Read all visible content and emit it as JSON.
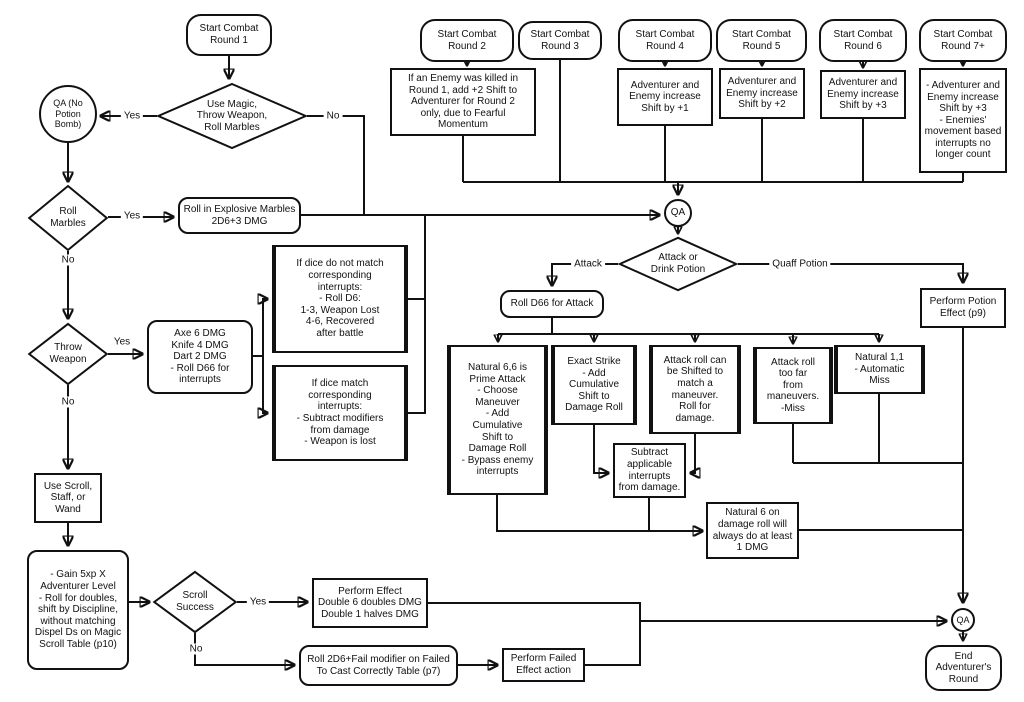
{
  "canvas": {
    "background": "#ffffff",
    "ink": "#111111"
  },
  "edge_labels": {
    "yes": "Yes",
    "no": "No",
    "attack": "Attack",
    "quaff_potion": "Quaff Potion"
  },
  "nodes": {
    "round1": {
      "label": "Start Combat\nRound 1"
    },
    "round2": {
      "label": "Start Combat\nRound 2"
    },
    "round3": {
      "label": "Start Combat\nRound 3"
    },
    "round4": {
      "label": "Start Combat\nRound 4"
    },
    "round5": {
      "label": "Start Combat\nRound 5"
    },
    "round6": {
      "label": "Start Combat\nRound 6"
    },
    "round7": {
      "label": "Start Combat\nRound 7+"
    },
    "fearful": {
      "label": "If an Enemy was killed in\nRound 1, add +2 Shift to\nAdventurer for Round 2\nonly, due to Fearful\nMomentum"
    },
    "shift1": {
      "label": "Adventurer and\nEnemy increase\nShift by +1"
    },
    "shift2": {
      "label": "Adventurer and\nEnemy increase\nShift by +2"
    },
    "shift3": {
      "label": "Adventurer and\nEnemy increase\nShift by +3"
    },
    "shift7": {
      "label": "- Adventurer and\nEnemy increase\nShift by +3\n- Enemies'\nmovement based\ninterrupts no\nlonger count"
    },
    "qa1": {
      "label": "QA (No\nPotion\nBomb)"
    },
    "use_magic": {
      "label": "Use Magic,\nThrow Weapon,\nRoll Marbles"
    },
    "roll_marbles": {
      "label": "Roll\nMarbles"
    },
    "explosive": {
      "label": "Roll in Explosive Marbles\n2D6+3 DMG"
    },
    "throw_weapon": {
      "label": "Throw\nWeapon"
    },
    "axe": {
      "label": "Axe 6 DMG\nKnife 4 DMG\nDart 2 DMG\n- Roll D66 for\ninterrupts"
    },
    "dice_nomatch": {
      "label": "If dice do not match\ncorresponding\ninterrupts:\n- Roll D6:\n1-3, Weapon Lost\n4-6, Recovered\nafter battle"
    },
    "dice_match": {
      "label": "If dice match\ncorresponding\ninterrupts:\n- Subtract modifiers\nfrom damage\n- Weapon is lost"
    },
    "use_scroll": {
      "label": "Use Scroll,\nStaff, or\nWand"
    },
    "gain5xp": {
      "label": "- Gain 5xp X\nAdventurer Level\n- Roll for doubles,\nshift by Discipline,\nwithout matching\nDispel Ds on Magic\nScroll Table (p10)"
    },
    "scroll_success": {
      "label": "Scroll\nSuccess"
    },
    "perform_effect": {
      "label": "Perform Effect\nDouble 6 doubles DMG\nDouble 1 halves DMG"
    },
    "roll2d6": {
      "label": "Roll 2D6+Fail modifier on Failed\nTo Cast Correctly Table (p7)"
    },
    "perform_failed": {
      "label": "Perform Failed\nEffect action"
    },
    "qa_main": {
      "label": "QA"
    },
    "attack_or": {
      "label": "Attack or\nDrink Potion"
    },
    "roll_d66": {
      "label": "Roll D66 for Attack"
    },
    "natural66": {
      "label": "Natural 6,6 is\nPrime Attack\n- Choose\nManeuver\n- Add\nCumulative\nShift to\nDamage Roll\n- Bypass enemy\ninterrupts"
    },
    "exact_strike": {
      "label": "Exact Strike\n- Add\nCumulative\nShift to\nDamage Roll"
    },
    "shifted": {
      "label": "Attack roll can\nbe Shifted to\nmatch a\nmaneuver.\nRoll for\ndamage."
    },
    "too_far": {
      "label": "Attack roll\ntoo far\nfrom\nmaneuvers.\n-Miss"
    },
    "natural11": {
      "label": "Natural 1,1\n- Automatic\nMiss"
    },
    "subtract": {
      "label": "Subtract\napplicable\ninterrupts\nfrom damage."
    },
    "natural6dmg": {
      "label": "Natural 6 on\ndamage roll will\nalways do at least\n1 DMG"
    },
    "potion_effect": {
      "label": "Perform Potion\nEffect (p9)"
    },
    "qa2": {
      "label": "QA"
    },
    "end": {
      "label": "End\nAdventurer's\nRound"
    }
  },
  "edges": [
    {
      "from": "round1",
      "to": "use_magic",
      "label": ""
    },
    {
      "from": "use_magic",
      "to": "qa1",
      "label": "Yes"
    },
    {
      "from": "use_magic",
      "to": "qa_main",
      "label": "No"
    },
    {
      "from": "qa1",
      "to": "roll_marbles",
      "label": ""
    },
    {
      "from": "roll_marbles",
      "to": "explosive",
      "label": "Yes"
    },
    {
      "from": "roll_marbles",
      "to": "throw_weapon",
      "label": "No"
    },
    {
      "from": "explosive",
      "to": "qa_main",
      "label": ""
    },
    {
      "from": "throw_weapon",
      "to": "axe",
      "label": "Yes"
    },
    {
      "from": "throw_weapon",
      "to": "use_scroll",
      "label": "No"
    },
    {
      "from": "axe",
      "to": "dice_nomatch",
      "label": ""
    },
    {
      "from": "axe",
      "to": "dice_match",
      "label": ""
    },
    {
      "from": "dice_nomatch",
      "to": "qa_main",
      "label": ""
    },
    {
      "from": "dice_match",
      "to": "qa_main",
      "label": ""
    },
    {
      "from": "use_scroll",
      "to": "gain5xp",
      "label": ""
    },
    {
      "from": "gain5xp",
      "to": "scroll_success",
      "label": ""
    },
    {
      "from": "scroll_success",
      "to": "perform_effect",
      "label": "Yes"
    },
    {
      "from": "scroll_success",
      "to": "roll2d6",
      "label": "No"
    },
    {
      "from": "roll2d6",
      "to": "perform_failed",
      "label": ""
    },
    {
      "from": "perform_effect",
      "to": "qa2",
      "label": ""
    },
    {
      "from": "perform_failed",
      "to": "qa2",
      "label": ""
    },
    {
      "from": "round2",
      "to": "fearful",
      "label": ""
    },
    {
      "from": "fearful",
      "to": "qa_main",
      "label": ""
    },
    {
      "from": "round3",
      "to": "qa_main",
      "label": ""
    },
    {
      "from": "round4",
      "to": "shift1",
      "label": ""
    },
    {
      "from": "shift1",
      "to": "qa_main",
      "label": ""
    },
    {
      "from": "round5",
      "to": "shift2",
      "label": ""
    },
    {
      "from": "shift2",
      "to": "qa_main",
      "label": ""
    },
    {
      "from": "round6",
      "to": "shift3",
      "label": ""
    },
    {
      "from": "shift3",
      "to": "qa_main",
      "label": ""
    },
    {
      "from": "round7",
      "to": "shift7",
      "label": ""
    },
    {
      "from": "shift7",
      "to": "qa_main",
      "label": ""
    },
    {
      "from": "qa_main",
      "to": "attack_or",
      "label": ""
    },
    {
      "from": "attack_or",
      "to": "roll_d66",
      "label": "Attack"
    },
    {
      "from": "attack_or",
      "to": "potion_effect",
      "label": "Quaff Potion"
    },
    {
      "from": "roll_d66",
      "to": "natural66",
      "label": ""
    },
    {
      "from": "roll_d66",
      "to": "exact_strike",
      "label": ""
    },
    {
      "from": "roll_d66",
      "to": "shifted",
      "label": ""
    },
    {
      "from": "roll_d66",
      "to": "too_far",
      "label": ""
    },
    {
      "from": "roll_d66",
      "to": "natural11",
      "label": ""
    },
    {
      "from": "exact_strike",
      "to": "subtract",
      "label": ""
    },
    {
      "from": "shifted",
      "to": "subtract",
      "label": ""
    },
    {
      "from": "natural66",
      "to": "natural6dmg",
      "label": ""
    },
    {
      "from": "subtract",
      "to": "natural6dmg",
      "label": ""
    },
    {
      "from": "too_far",
      "to": "qa2",
      "label": ""
    },
    {
      "from": "natural11",
      "to": "qa2",
      "label": ""
    },
    {
      "from": "natural6dmg",
      "to": "qa2",
      "label": ""
    },
    {
      "from": "potion_effect",
      "to": "qa2",
      "label": ""
    },
    {
      "from": "qa2",
      "to": "end",
      "label": ""
    }
  ]
}
